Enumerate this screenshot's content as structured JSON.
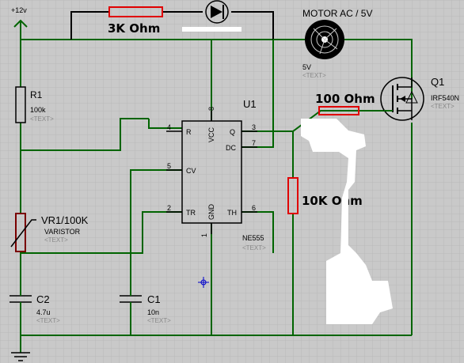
{
  "supply": {
    "label": "+12v"
  },
  "r1": {
    "ref": "R1",
    "value": "100k",
    "placeholder": "<TEXT>"
  },
  "vr1": {
    "ref": "VR1/100K",
    "value": "VARISTOR",
    "placeholder": "<TEXT>"
  },
  "c2": {
    "ref": "C2",
    "value": "4.7u",
    "placeholder": "<TEXT>"
  },
  "c1": {
    "ref": "C1",
    "value": "10n",
    "placeholder": "<TEXT>"
  },
  "u1": {
    "ref": "U1",
    "part": "NE555",
    "placeholder": "<TEXT>",
    "pins": {
      "r": {
        "num": "4",
        "name": "R"
      },
      "vcc": {
        "num": "8",
        "name": "VCC"
      },
      "q": {
        "num": "3",
        "name": "Q"
      },
      "dc": {
        "num": "7",
        "name": "DC"
      },
      "cv": {
        "num": "5",
        "name": "CV"
      },
      "tr": {
        "num": "2",
        "name": "TR"
      },
      "gnd": {
        "num": "1",
        "name": "GND"
      },
      "th": {
        "num": "6",
        "name": "TH"
      }
    }
  },
  "q1": {
    "ref": "Q1",
    "part": "IRF540N",
    "placeholder": "<TEXT>"
  },
  "motor": {
    "label": "MOTOR AC / 5V",
    "value": "5V",
    "placeholder": "<TEXT>"
  },
  "annotations": {
    "r_3k": "3K Ohm",
    "r_100": "100 Ohm",
    "r_10k": "10K Ohm"
  },
  "colors": {
    "background": "#c9c9c9",
    "grid": "#b8b8b8",
    "wire": "#006400",
    "resistor_highlight": "#e00000",
    "probe": "#0000cc"
  }
}
